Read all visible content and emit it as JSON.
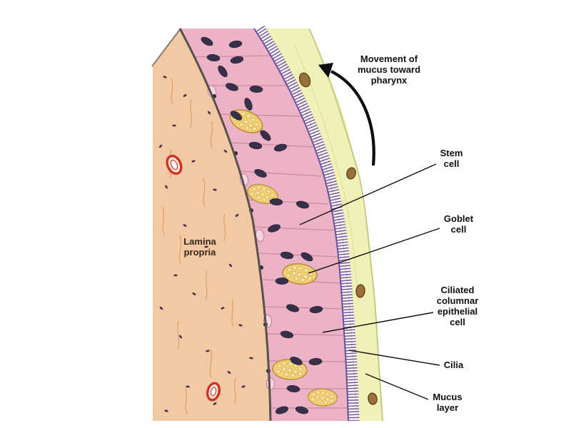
{
  "labels": {
    "movement": "Movement of\nmucus toward\npharynx",
    "stem_cell": "Stem\ncell",
    "goblet_cell": "Goblet\ncell",
    "ciliated_cell": "Ciliated\ncolumnar\nepithelial\ncell",
    "cilia": "Cilia",
    "mucus_layer": "Mucus\nlayer",
    "lamina_propria": "Lamina\npropria"
  },
  "colors": {
    "background": "#ffffff",
    "lamina_propria": "#f2c9a2",
    "epithelium": "#ecb3c6",
    "nucleus": "#37304a",
    "goblet": "#f2cf72",
    "cilia": "#7b5aa6",
    "mucus_layer": "#f0f1b8",
    "basement_membrane": "#57504b",
    "blood_vessel": "#cf3028",
    "label_text": "#101010"
  }
}
